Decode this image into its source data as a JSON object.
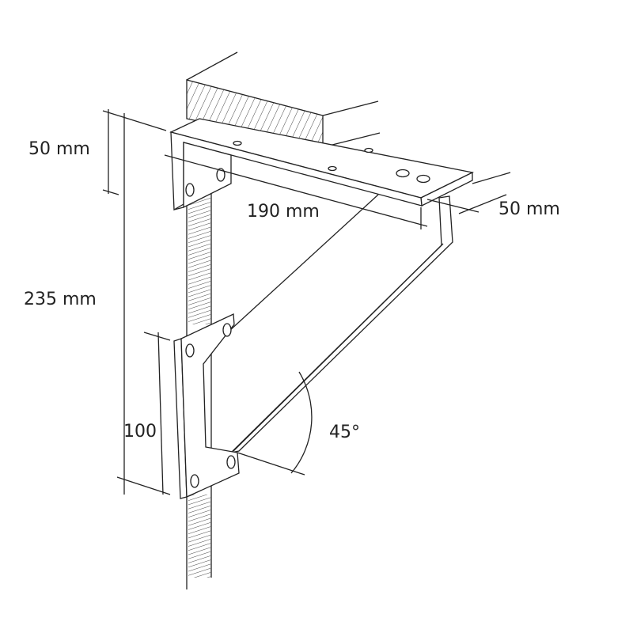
{
  "diagram": {
    "title": "Shelf bracket dimensions",
    "dimensions": {
      "top_flange_height": "50 mm",
      "length": "190 mm",
      "width": "50 mm",
      "total_height": "235 mm",
      "lower_plate_height": "100",
      "angle": "45°"
    },
    "colors": {
      "line": "#222222",
      "background": "#ffffff"
    }
  }
}
